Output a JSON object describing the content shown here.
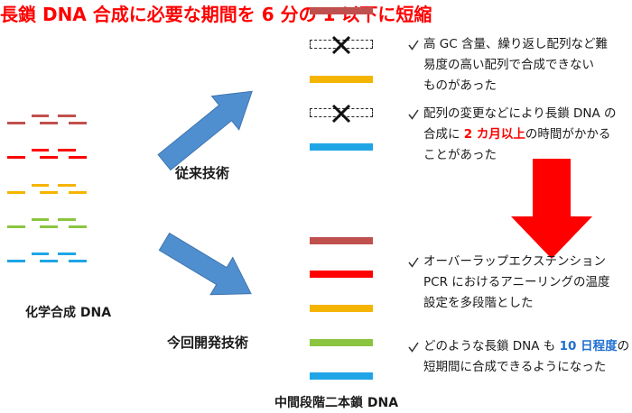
{
  "labels": {
    "synthesized_dna": "化学合成 DNA",
    "conventional": "従来技術",
    "new_method": "今回開発技術",
    "headline": "長鎖 DNA 合成に必要な期間を 6 分の 1 以下に短縮",
    "intermediate_dna": "中間段階二本鎖 DNA"
  },
  "colors": {
    "headline": "#ff0000",
    "arrow_blue": "#4f8fd0",
    "arrow_blue_edge": "#3f76ae",
    "arrow_red": "#ff0000",
    "text": "#1a1a1a"
  },
  "fragments": [
    "#c0504d",
    "#ff0000",
    "#f5b400",
    "#8bc53f",
    "#1fa5e6"
  ],
  "conventional_strands": [
    {
      "color": "#c0504d"
    },
    {
      "icon": "cross-icon"
    },
    {
      "color": "#f5b400"
    },
    {
      "icon": "cross-icon"
    },
    {
      "color": "#1fa5e6"
    }
  ],
  "new_strands": [
    {
      "color": "#c0504d"
    },
    {
      "color": "#ff0000"
    },
    {
      "color": "#f5b400"
    },
    {
      "color": "#8bc53f"
    },
    {
      "color": "#1fa5e6"
    }
  ],
  "notes": [
    {
      "icon": "check-icon",
      "lines": [
        [
          {
            "text": "高 GC 含量、繰り返し配列など難"
          }
        ],
        [
          {
            "text": "易度の高い配列で合成できない"
          }
        ],
        [
          {
            "text": "ものがあった"
          }
        ]
      ]
    },
    {
      "icon": "check-icon",
      "lines": [
        [
          {
            "text": "配列の変更などにより長鎖 DNA の"
          }
        ],
        [
          {
            "text": "合成に "
          },
          {
            "text": "2 カ月以上",
            "color": "#ff0000"
          },
          {
            "text": "の時間がかかる"
          }
        ],
        [
          {
            "text": "ことがあった"
          }
        ]
      ]
    },
    {
      "icon": "check-icon",
      "lines": [
        [
          {
            "text": "オーバーラップエクステンション"
          }
        ],
        [
          {
            "text": "PCR におけるアニーリングの温度"
          }
        ],
        [
          {
            "text": "設定を多段階とした"
          }
        ]
      ]
    },
    {
      "icon": "check-icon",
      "lines": [
        [
          {
            "text": "どのような長鎖 DNA も "
          },
          {
            "text": "10 日程度",
            "color": "#1f6fd0"
          },
          {
            "text": "の"
          }
        ],
        [
          {
            "text": "短期間に合成できるようになった"
          }
        ]
      ]
    }
  ]
}
